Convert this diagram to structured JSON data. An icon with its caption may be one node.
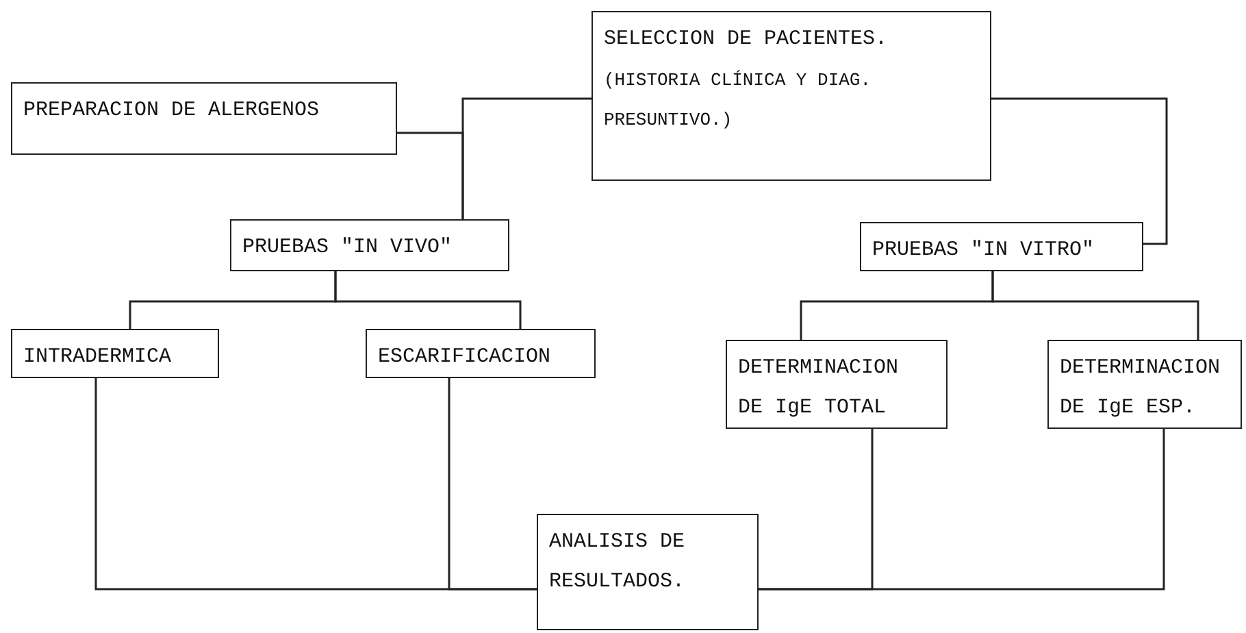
{
  "diagram": {
    "nodes": [
      {
        "text": [
          "SELECCION DE PACIENTES.",
          "(HISTORIA CLÍNICA Y DIAG. PRESUNTIVO.)"
        ]
      },
      {
        "text": [
          "PREPARACION DE ALERGENOS"
        ]
      },
      {
        "text": [
          "PRUEBAS \"IN VIVO\""
        ]
      },
      {
        "text": [
          "PRUEBAS \"IN VITRO\""
        ]
      },
      {
        "text": [
          "INTRADERMICA"
        ]
      },
      {
        "text": [
          "ESCARIFICACION"
        ]
      },
      {
        "text": [
          "DETERMINACION DE IgE TOTAL"
        ]
      },
      {
        "text": [
          "DETERMINACION DE IgE ESP."
        ]
      },
      {
        "text": [
          "ANALISIS DE RESULTADOS."
        ]
      }
    ],
    "edges": [
      {
        "from": 0,
        "to": 2,
        "arrow": "none"
      },
      {
        "from": 1,
        "to": 2,
        "arrow": "none"
      },
      {
        "from": 0,
        "to": 3,
        "arrow": "none"
      },
      {
        "from": 2,
        "to": 4,
        "arrow": "none"
      },
      {
        "from": 2,
        "to": 5,
        "arrow": "none"
      },
      {
        "from": 3,
        "to": 6,
        "arrow": "none"
      },
      {
        "from": 3,
        "to": 7,
        "arrow": "none"
      },
      {
        "from": 4,
        "to": 8,
        "arrow": "none"
      },
      {
        "from": 5,
        "to": 8,
        "arrow": "none"
      },
      {
        "from": 6,
        "to": 8,
        "arrow": "none"
      },
      {
        "from": 7,
        "to": 8,
        "arrow": "none"
      }
    ]
  }
}
